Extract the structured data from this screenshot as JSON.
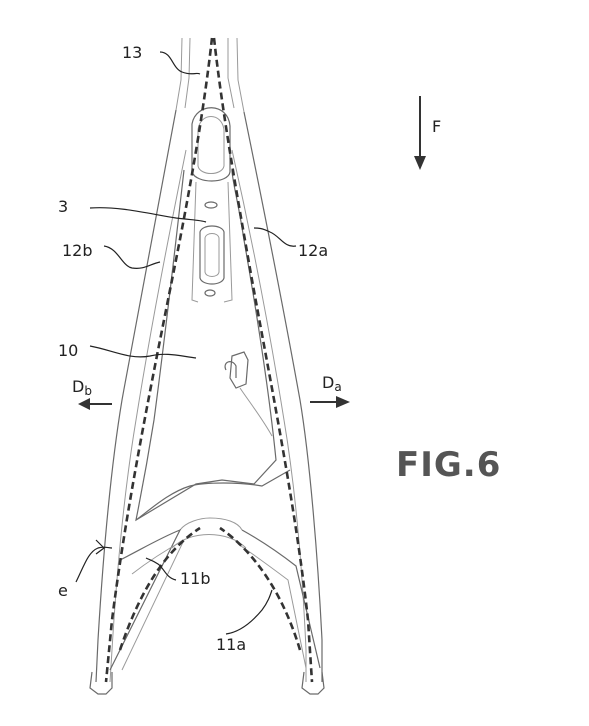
{
  "figure": {
    "title": "FIG.6",
    "labels": {
      "l13": "13",
      "l3": "3",
      "l12b": "12b",
      "l12a": "12a",
      "l10": "10",
      "e": "e",
      "l11b": "11b",
      "l11a": "11a",
      "F": "F",
      "Db_main": "D",
      "Db_sub": "b",
      "Da_main": "D",
      "Da_sub": "a"
    }
  }
}
